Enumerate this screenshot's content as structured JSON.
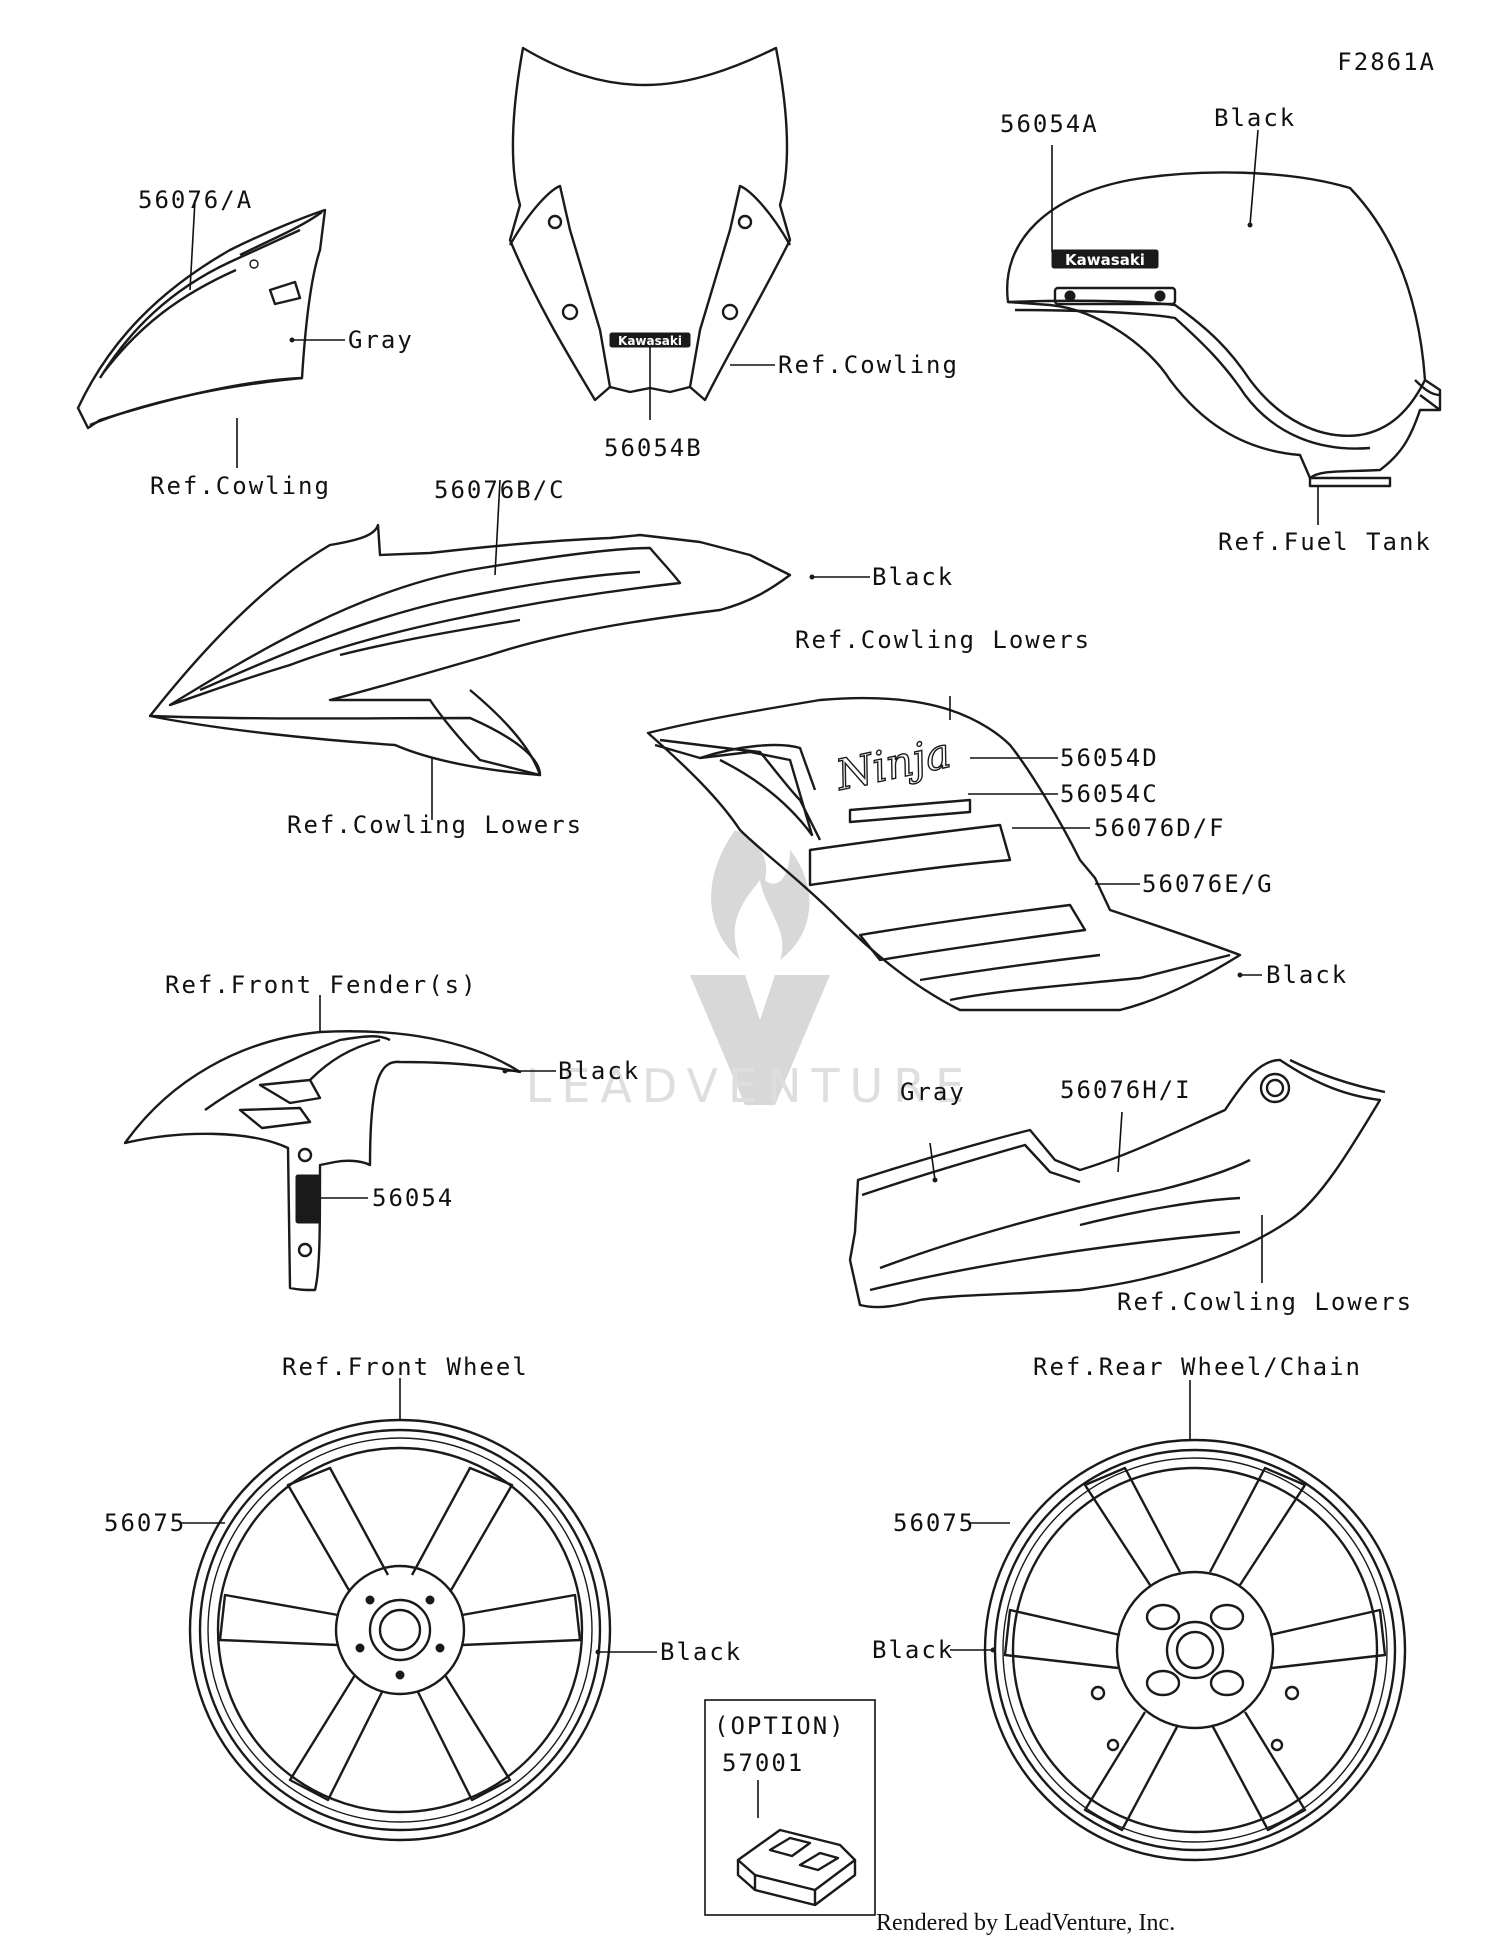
{
  "diagram_id": "F2861A",
  "watermark": "LEADVENTURE",
  "footer": "Rendered by LeadVenture, Inc.",
  "labels": {
    "l_56076A": "56076/A",
    "l_gray1": "Gray",
    "l_refcowling1": "Ref.Cowling",
    "l_refcowling2": "Ref.Cowling",
    "l_56054B": "56054B",
    "l_56054A": "56054A",
    "l_black_tank": "Black",
    "l_reffueltank": "Ref.Fuel Tank",
    "l_56076BC": "56076B/C",
    "l_black_side": "Black",
    "l_refcowlinglowers1": "Ref.Cowling Lowers",
    "l_refcowlinglowers2": "Ref.Cowling Lowers",
    "l_56054D": "56054D",
    "l_56054C": "56054C",
    "l_56076DF": "56076D/F",
    "l_56076EG": "56076E/G",
    "l_black_lower": "Black",
    "l_reffrontfender": "Ref.Front Fender(s)",
    "l_black_fender": "Black",
    "l_56054": "56054",
    "l_gray2": "Gray",
    "l_56076HI": "56076H/I",
    "l_refcowlinglowers3": "Ref.Cowling Lowers",
    "l_reffrontwheel": "Ref.Front Wheel",
    "l_refrearwheel": "Ref.Rear Wheel/Chain",
    "l_56075a": "56075",
    "l_black_fw": "Black",
    "l_56075b": "56075",
    "l_black_rw": "Black",
    "l_option": "(OPTION)",
    "l_57001": "57001"
  },
  "decal_text": {
    "kawasaki": "Kawasaki",
    "ninja": "Ninja"
  }
}
